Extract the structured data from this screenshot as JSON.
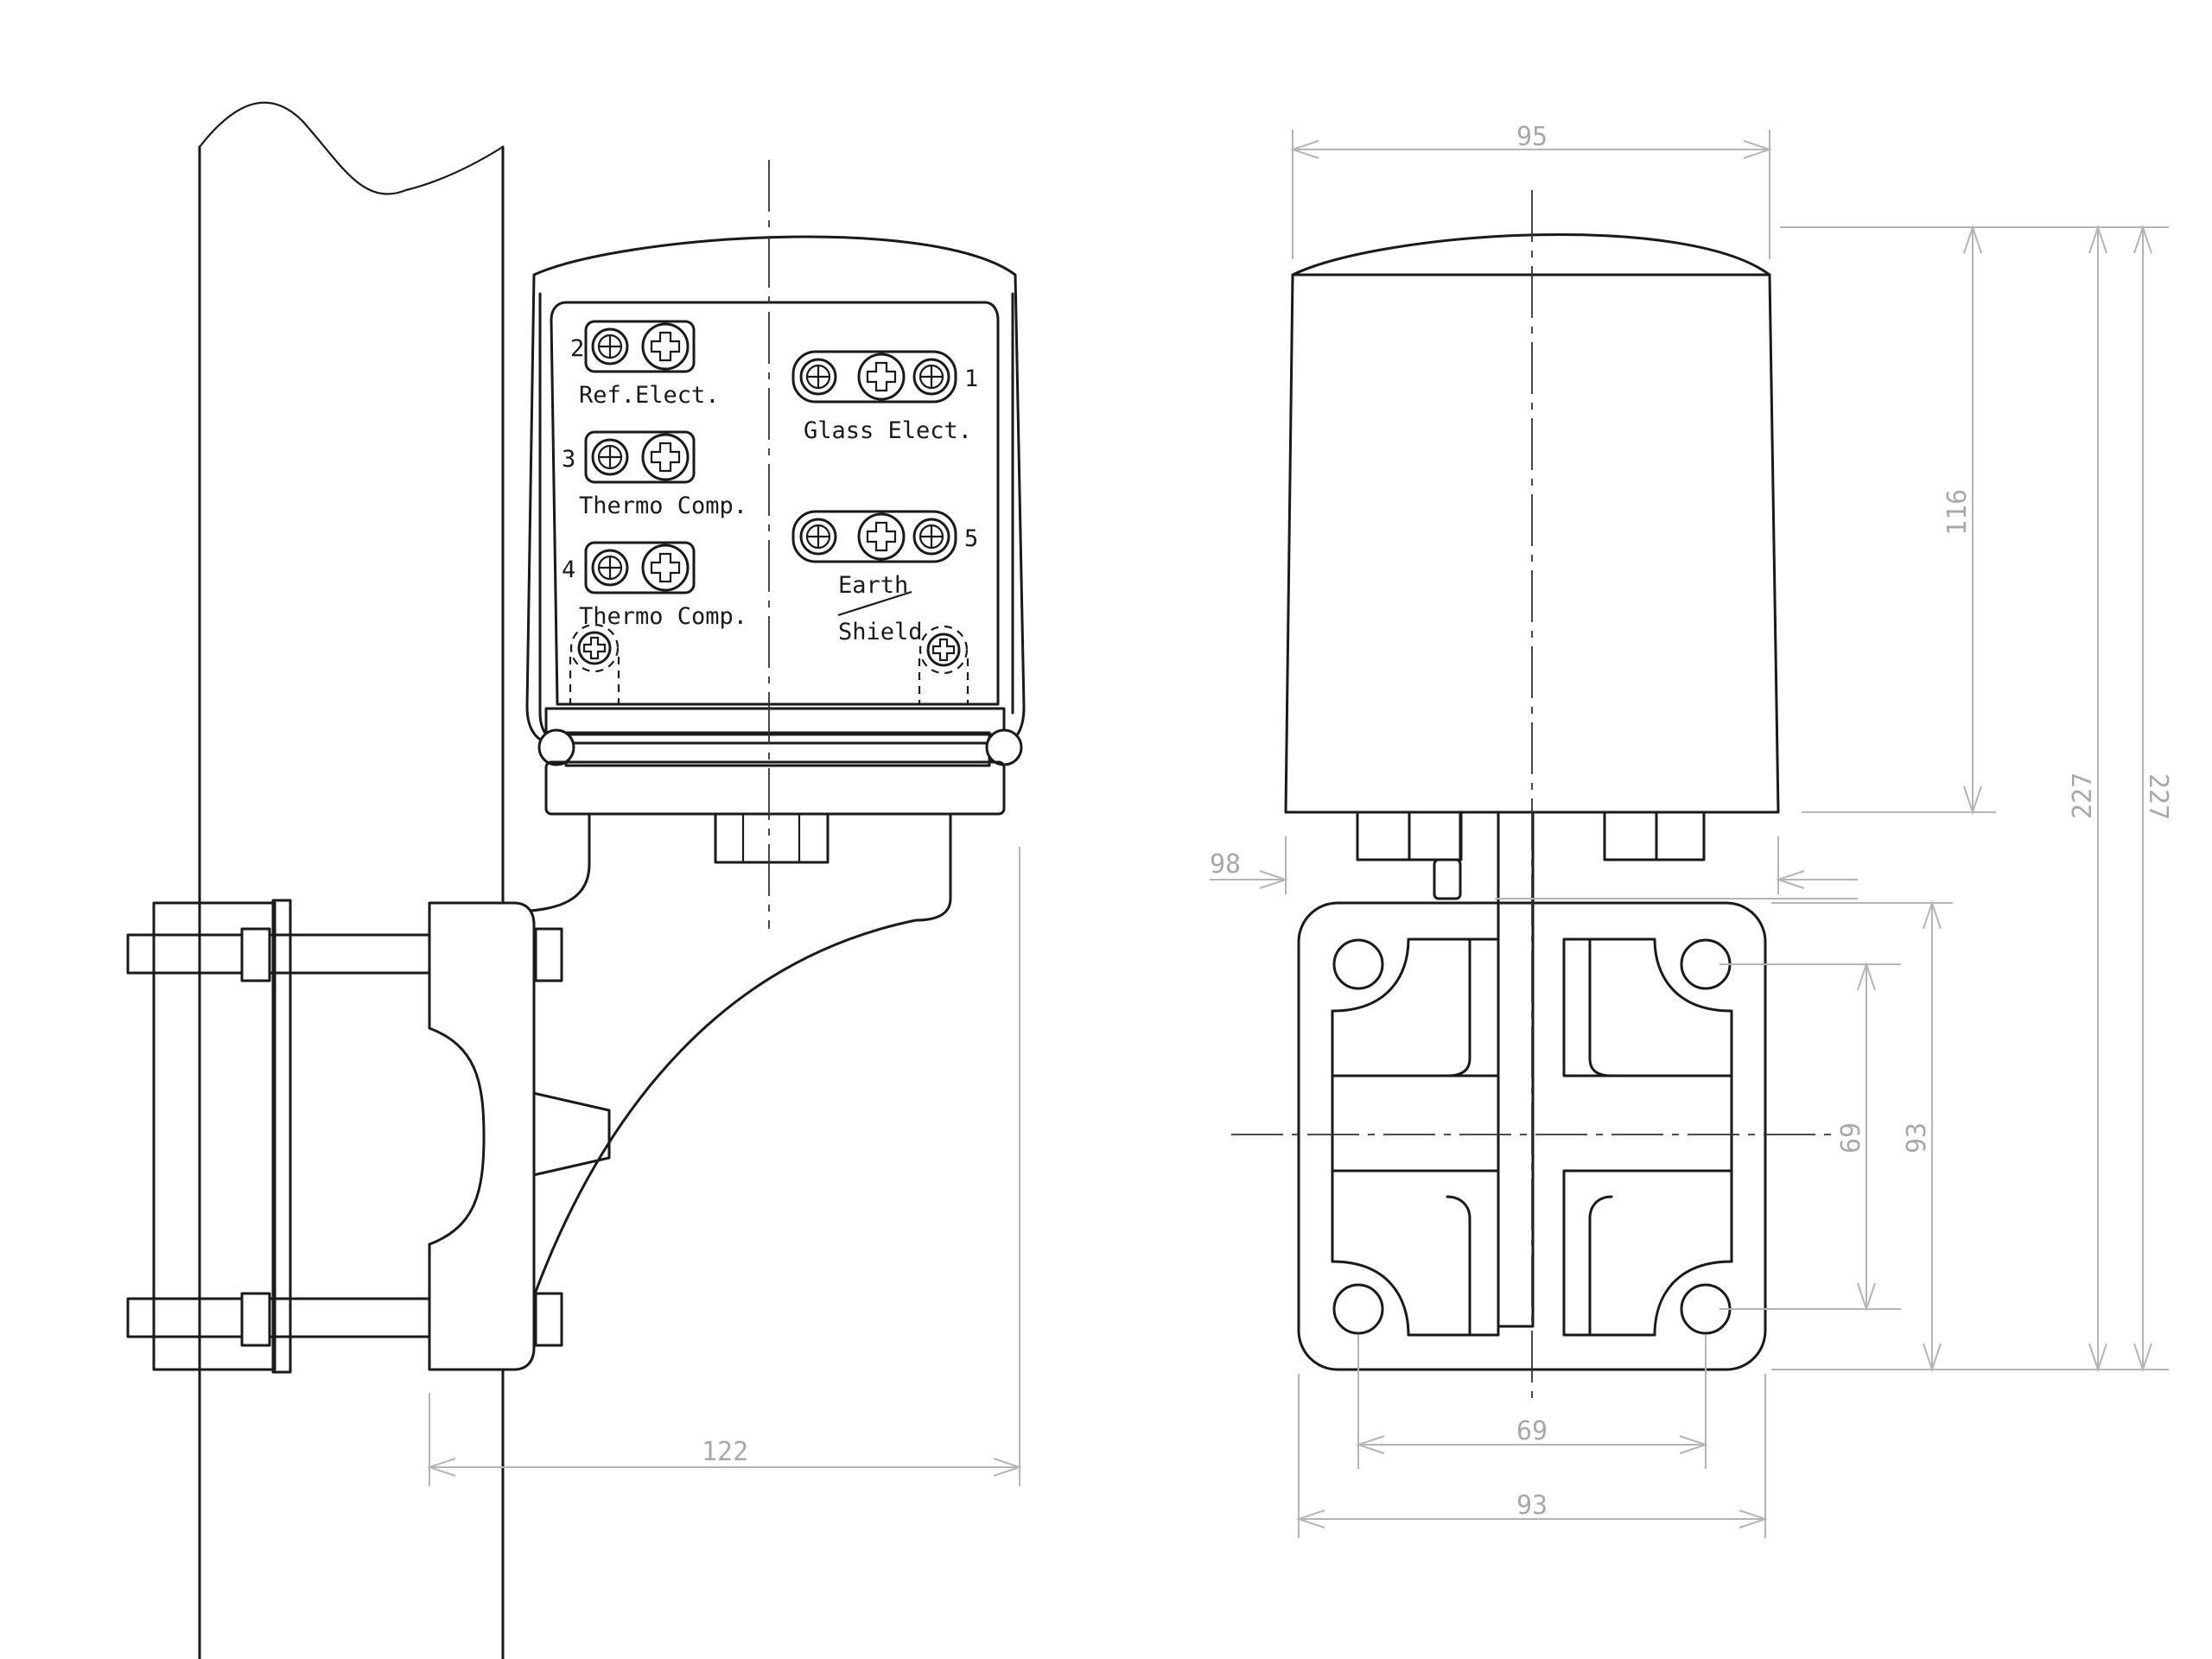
{
  "terminals": {
    "t2_number": "2",
    "t2_label": "Ref.Elect.",
    "t3_number": "3",
    "t3_label": "Thermo Comp.",
    "t4_number": "4",
    "t4_label": "Thermo Comp.",
    "t1_number": "1",
    "t1_label": "Glass Elect.",
    "t5_number": "5",
    "t5_label_top": "Earth",
    "t5_label_bottom": "Shield"
  },
  "dimensions": {
    "side_depth": "122",
    "front_width": "95",
    "cover_height": "116",
    "total_height": "227",
    "total_height_alt": "227",
    "gap": "98",
    "bolt_spacing_v": "69",
    "bracket_height": "93",
    "bolt_spacing_h": "69",
    "bracket_width": "93"
  }
}
